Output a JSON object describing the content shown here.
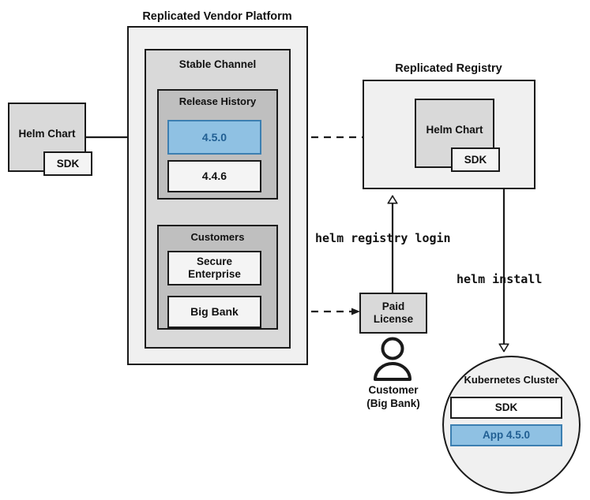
{
  "diagram": {
    "title_vendor_platform": "Replicated Vendor Platform",
    "title_registry": "Replicated Registry",
    "stable_channel": "Stable Channel",
    "release_history": "Release History",
    "customers": "Customers",
    "release_current": "4.5.0",
    "release_previous": "4.4.6",
    "customer_secure_enterprise": "Secure\nEnterprise",
    "customer_secure_enterprise_line1": "Secure",
    "customer_secure_enterprise_line2": "Enterprise",
    "customer_big_bank": "Big Bank",
    "helm_chart_source": "Helm Chart",
    "sdk_source": "SDK",
    "helm_chart_registry": "Helm Chart",
    "sdk_registry": "SDK",
    "paid_license_line1": "Paid",
    "paid_license_line2": "License",
    "customer_person_line1": "Customer",
    "customer_person_line2": "(Big Bank)",
    "kubernetes_cluster": "Kubernetes Cluster",
    "cluster_sdk": "SDK",
    "cluster_app": "App 4.5.0",
    "cmd_registry_login": "helm registry login",
    "cmd_helm_install": "helm install"
  },
  "colors": {
    "accent_blue_fill": "#8fc1e3",
    "accent_blue_border": "#3c7fb1",
    "accent_blue_text": "#215f93",
    "gray_outer": "#f0f0f0",
    "gray_mid": "#d9d9d9",
    "gray_inner": "#bfbfbf",
    "white_item": "#f4f4f4",
    "stroke": "#1a1a1a"
  }
}
